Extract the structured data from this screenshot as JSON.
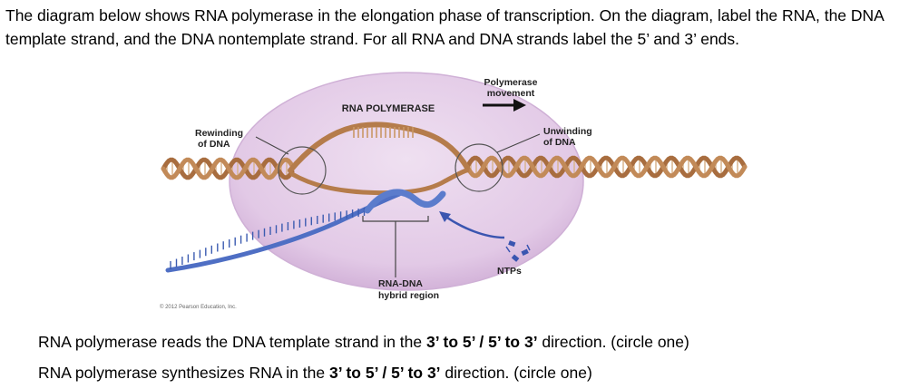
{
  "instructions": "The diagram below shows RNA polymerase in the elongation phase of transcription. On the diagram, label the RNA, the DNA template strand, and the DNA nontemplate strand. For all RNA and DNA strands label the 5’ and 3’ ends.",
  "diagram": {
    "labels": {
      "polymerase_movement_line1": "Polymerase",
      "polymerase_movement_line2": "movement",
      "rna_polymerase": "RNA POLYMERASE",
      "rewinding_line1": "Rewinding",
      "rewinding_line2": "of DNA",
      "unwinding_line1": "Unwinding",
      "unwinding_line2": "of DNA",
      "hybrid_line1": "RNA-DNA",
      "hybrid_line2": "hybrid region",
      "ntps": "NTPs"
    },
    "copyright": "© 2012 Pearson Education, Inc.",
    "colors": {
      "enzyme": "#e7d3ea",
      "dna_strand": "#c28a58",
      "dna_strand_dark": "#a86d3f",
      "rna": "#4f6fc4",
      "arrow": "#3a55b0"
    }
  },
  "questions": [
    {
      "prefix": "RNA polymerase reads the DNA template strand in the ",
      "choice_a": "3’ to 5’",
      "separator": " / ",
      "choice_b": "5’ to 3’",
      "suffix": " direction. (circle one)"
    },
    {
      "prefix": "RNA polymerase synthesizes RNA in the ",
      "choice_a": "3’ to 5’",
      "separator": " / ",
      "choice_b": "5’ to 3’",
      "suffix": " direction. (circle one)"
    }
  ]
}
